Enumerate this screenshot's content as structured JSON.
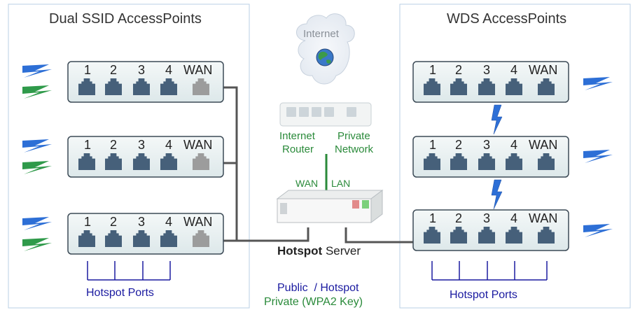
{
  "left_panel": {
    "title": "Dual SSID AccessPoints",
    "port_labels": [
      "1",
      "2",
      "3",
      "4",
      "WAN"
    ],
    "footer": "Hotspot Ports"
  },
  "right_panel": {
    "title": "WDS AccessPoints",
    "port_labels": [
      "1",
      "2",
      "3",
      "4",
      "WAN"
    ],
    "footer": "Hotspot Ports"
  },
  "center": {
    "internet_label": "Internet",
    "router_label_left_line1": "Internet",
    "router_label_left_line2": "Router",
    "router_label_right_line1": "Private",
    "router_label_right_line2": "Network",
    "wan_label": "WAN",
    "lan_label": "LAN",
    "server_label_bold": "Hotspot",
    "server_label_rest": " Server",
    "network_public": "Public  / Hotspot",
    "network_private": "Private (WPA2 Key)"
  },
  "colors": {
    "panel_border": "#b8cfe6",
    "switch_fill": "#e8f0f0",
    "port_color": "#46607a",
    "wan_port_color": "#9c9c9c",
    "cable_color": "#555555",
    "public_blue": "#1a1aa0",
    "private_green": "#2a8a3a",
    "bolt_blue": "#2d6fd6",
    "bolt_green": "#2f9a4a"
  }
}
